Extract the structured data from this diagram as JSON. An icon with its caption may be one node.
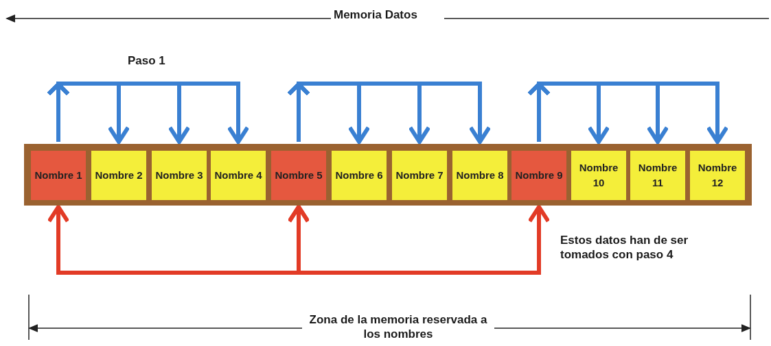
{
  "diagram": {
    "nodes": [
      {
        "text": [],
        "shape": "bar"
      },
      {
        "text": [
          "Nombre 1"
        ],
        "in": 0
      },
      {
        "text": [
          "Nombre 2"
        ],
        "in": 0
      },
      {
        "text": [
          "Nombre 3"
        ],
        "in": 0
      },
      {
        "text": [
          "Nombre 4"
        ],
        "in": 0
      },
      {
        "text": [
          "Nombre 5"
        ],
        "in": 0
      },
      {
        "text": [
          "Nombre 6"
        ],
        "in": 0
      },
      {
        "text": [
          "Nombre 7"
        ],
        "in": 0
      },
      {
        "text": [
          "Nombre 8"
        ],
        "in": 0
      },
      {
        "text": [
          "Nombre 9"
        ],
        "in": 0
      },
      {
        "text": [
          "Nombre 10"
        ],
        "in": 0
      },
      {
        "text": [
          "Nombre 11"
        ],
        "in": 0
      },
      {
        "text": [
          "Nombre 12"
        ],
        "in": 0
      }
    ],
    "edges": [
      {
        "from": 1,
        "to": 2,
        "arrow": "to"
      },
      {
        "from": 1,
        "to": 3,
        "arrow": "to"
      },
      {
        "from": 1,
        "to": 4,
        "arrow": "to"
      },
      {
        "from": 5,
        "to": 6,
        "arrow": "to"
      },
      {
        "from": 5,
        "to": 7,
        "arrow": "to"
      },
      {
        "from": 5,
        "to": 8,
        "arrow": "to"
      },
      {
        "from": 9,
        "to": 10,
        "arrow": "to"
      },
      {
        "from": 9,
        "to": 11,
        "arrow": "to"
      },
      {
        "from": 9,
        "to": 12,
        "arrow": "to"
      },
      {
        "from": 1,
        "to": 5,
        "arrow": "both",
        "color": "#e23b26"
      },
      {
        "from": 5,
        "to": 9,
        "arrow": "both",
        "color": "#e23b26"
      }
    ],
    "labels": [
      "Memoria Datos",
      "Paso 1",
      "Estos datos han de ser tomados con paso 4",
      "Zona de la memoria reservada a los nombres"
    ]
  }
}
